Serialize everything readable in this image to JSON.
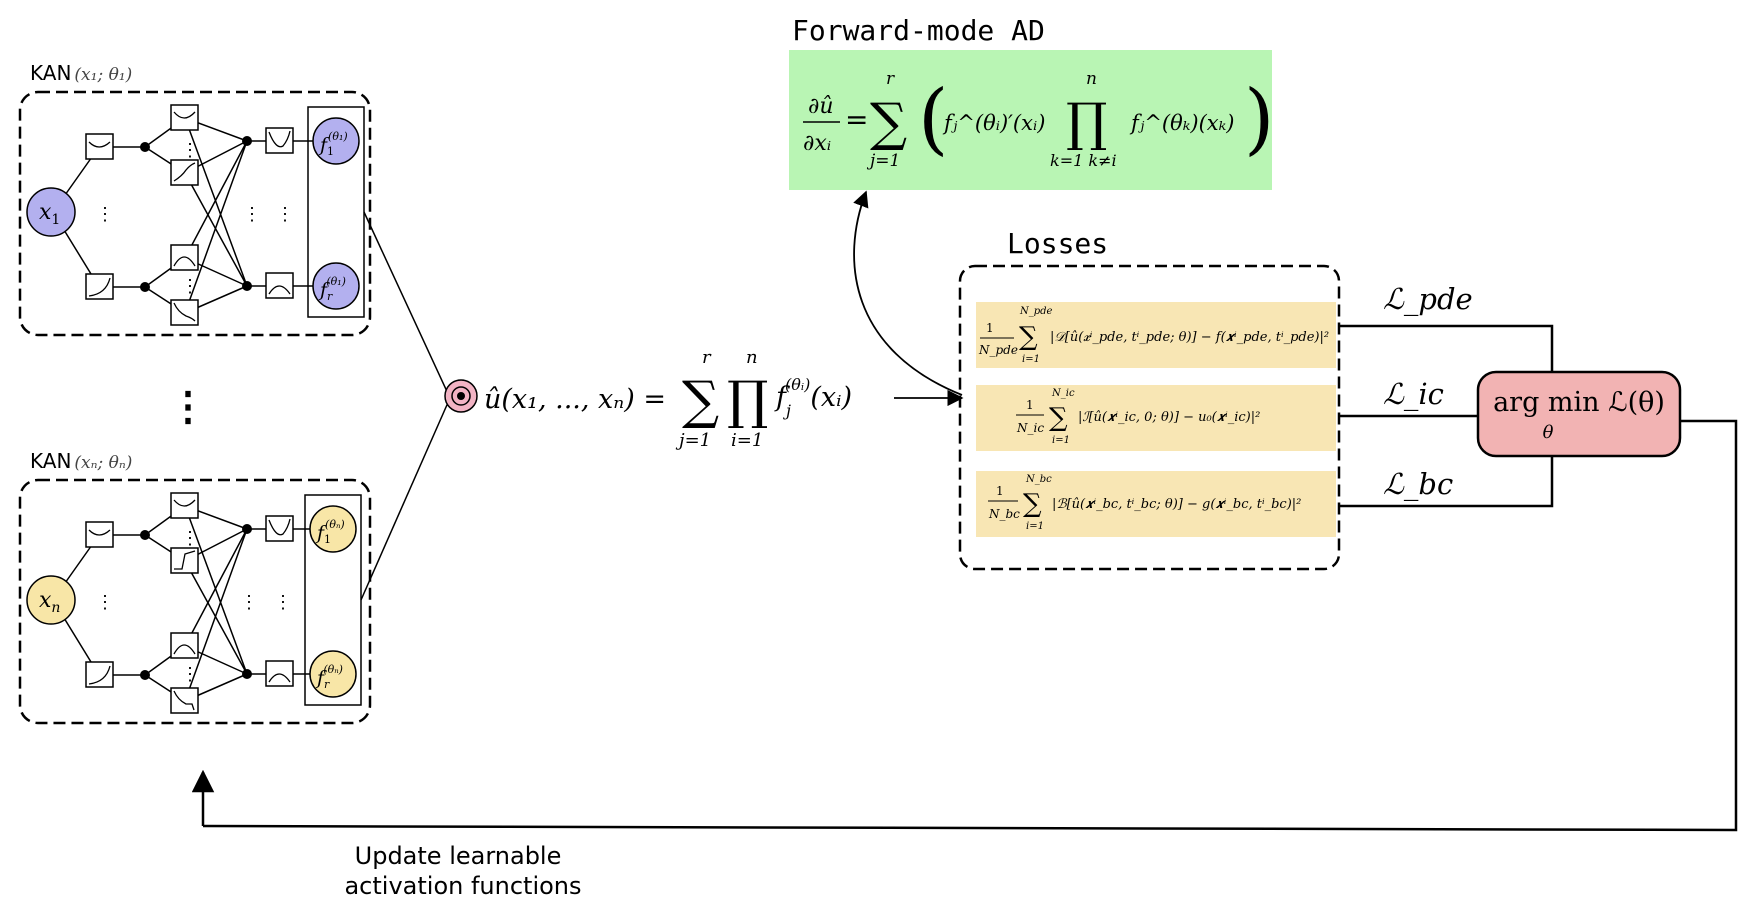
{
  "kan_blocks": [
    {
      "title": "KAN",
      "title_arg": "(x₁; θ₁)",
      "input_label": "x",
      "input_sub": "1",
      "output_top_base": "f",
      "output_top_sub": "1",
      "output_top_sup": "(θ₁)",
      "output_bot_base": "f",
      "output_bot_sub": "r",
      "output_bot_sup": "(θ₁)",
      "node_color": "#b3b0ef"
    },
    {
      "title": "KAN",
      "title_arg": "(xₙ; θₙ)",
      "input_label": "x",
      "input_sub": "n",
      "output_top_base": "f",
      "output_top_sub": "1",
      "output_top_sup": "(θₙ)",
      "output_bot_base": "f",
      "output_bot_sub": "r",
      "output_bot_sup": "(θₙ)",
      "node_color": "#f8e6a7"
    }
  ],
  "ellipsis": "⋮",
  "product_formula": {
    "lhs": "û(x₁, ..., xₙ) =",
    "sum_top": "r",
    "sum_bottom": "j=1",
    "prod_top": "n",
    "prod_bottom": "i=1",
    "term_base": "f",
    "term_sub": "j",
    "term_sup": "(θᵢ)",
    "term_arg": "(xᵢ)"
  },
  "forward_ad": {
    "title": "Forward-mode AD",
    "lhs_num": "∂û",
    "lhs_den": "∂xᵢ",
    "eq": "=",
    "sum_top": "r",
    "sum_bottom": "j=1",
    "deriv_term": "fⱼ^(θᵢ)′(xᵢ)",
    "prod_top": "n",
    "prod_bottom": "k=1  k≠i",
    "prod_term": "fⱼ^(θₖ)(xₖ)",
    "bg_color": "#b9f5b4"
  },
  "losses": {
    "title": "Losses",
    "bg_color": "#f8e6b4",
    "rows": [
      {
        "frac_num": "1",
        "frac_den": "N_pde",
        "sum_top": "N_pde",
        "sum_bottom": "i=1",
        "body": "|𝒟[û(𝒙ⁱ_pde, tⁱ_pde;  θ)] − f(𝒙ⁱ_pde, tⁱ_pde)|²",
        "label": "ℒ_pde"
      },
      {
        "frac_num": "1",
        "frac_den": "N_ic",
        "sum_top": "N_ic",
        "sum_bottom": "i=1",
        "body": "|ℐ[û(𝒙ⁱ_ic, 0;  θ)] − u₀(𝒙ⁱ_ic)|²",
        "label": "ℒ_ic"
      },
      {
        "frac_num": "1",
        "frac_den": "N_bc",
        "sum_top": "N_bc",
        "sum_bottom": "i=1",
        "body": "|ℬ[û(𝒙ⁱ_bc, tⁱ_bc;  θ)] − g(𝒙ⁱ_bc, tⁱ_bc)|²",
        "label": "ℒ_bc"
      }
    ]
  },
  "argmin": {
    "text": "arg min ℒ(θ)",
    "sub": "θ",
    "bg_color": "#f2b3b3"
  },
  "feedback_label_line1": "Update learnable",
  "feedback_label_line2": "activation functions"
}
